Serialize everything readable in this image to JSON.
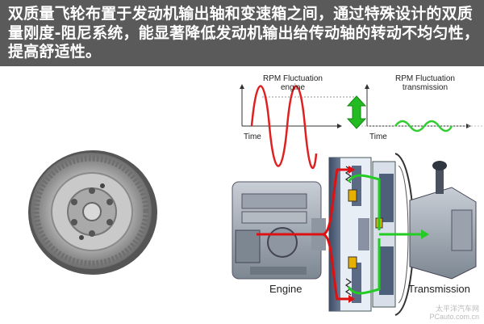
{
  "header": {
    "text": "双质量飞轮布置于发动机输出轴和变速箱之间，通过特殊设计的双质量刚度-阻尼系统，能显著降低发动机输出给传动轴的转动不均匀性，提高舒适性。"
  },
  "diagram": {
    "engine_wave_label_1": "RPM Fluctuation",
    "engine_wave_label_2": "engine",
    "transmission_wave_label_1": "RPM Fluctuation",
    "transmission_wave_label_2": "transmission",
    "time_label_left": "Time",
    "time_label_right": "Time",
    "engine_label": "Engine",
    "transmission_label": "Transmission"
  },
  "watermark": {
    "line1": "太平洋汽车网",
    "line2": "PCauto.com.cn"
  },
  "colors": {
    "banner": "#5a5a5a",
    "engine_wave": "#e02020",
    "transmission_wave": "#33cc33",
    "arrow_green": "#22bb22"
  }
}
